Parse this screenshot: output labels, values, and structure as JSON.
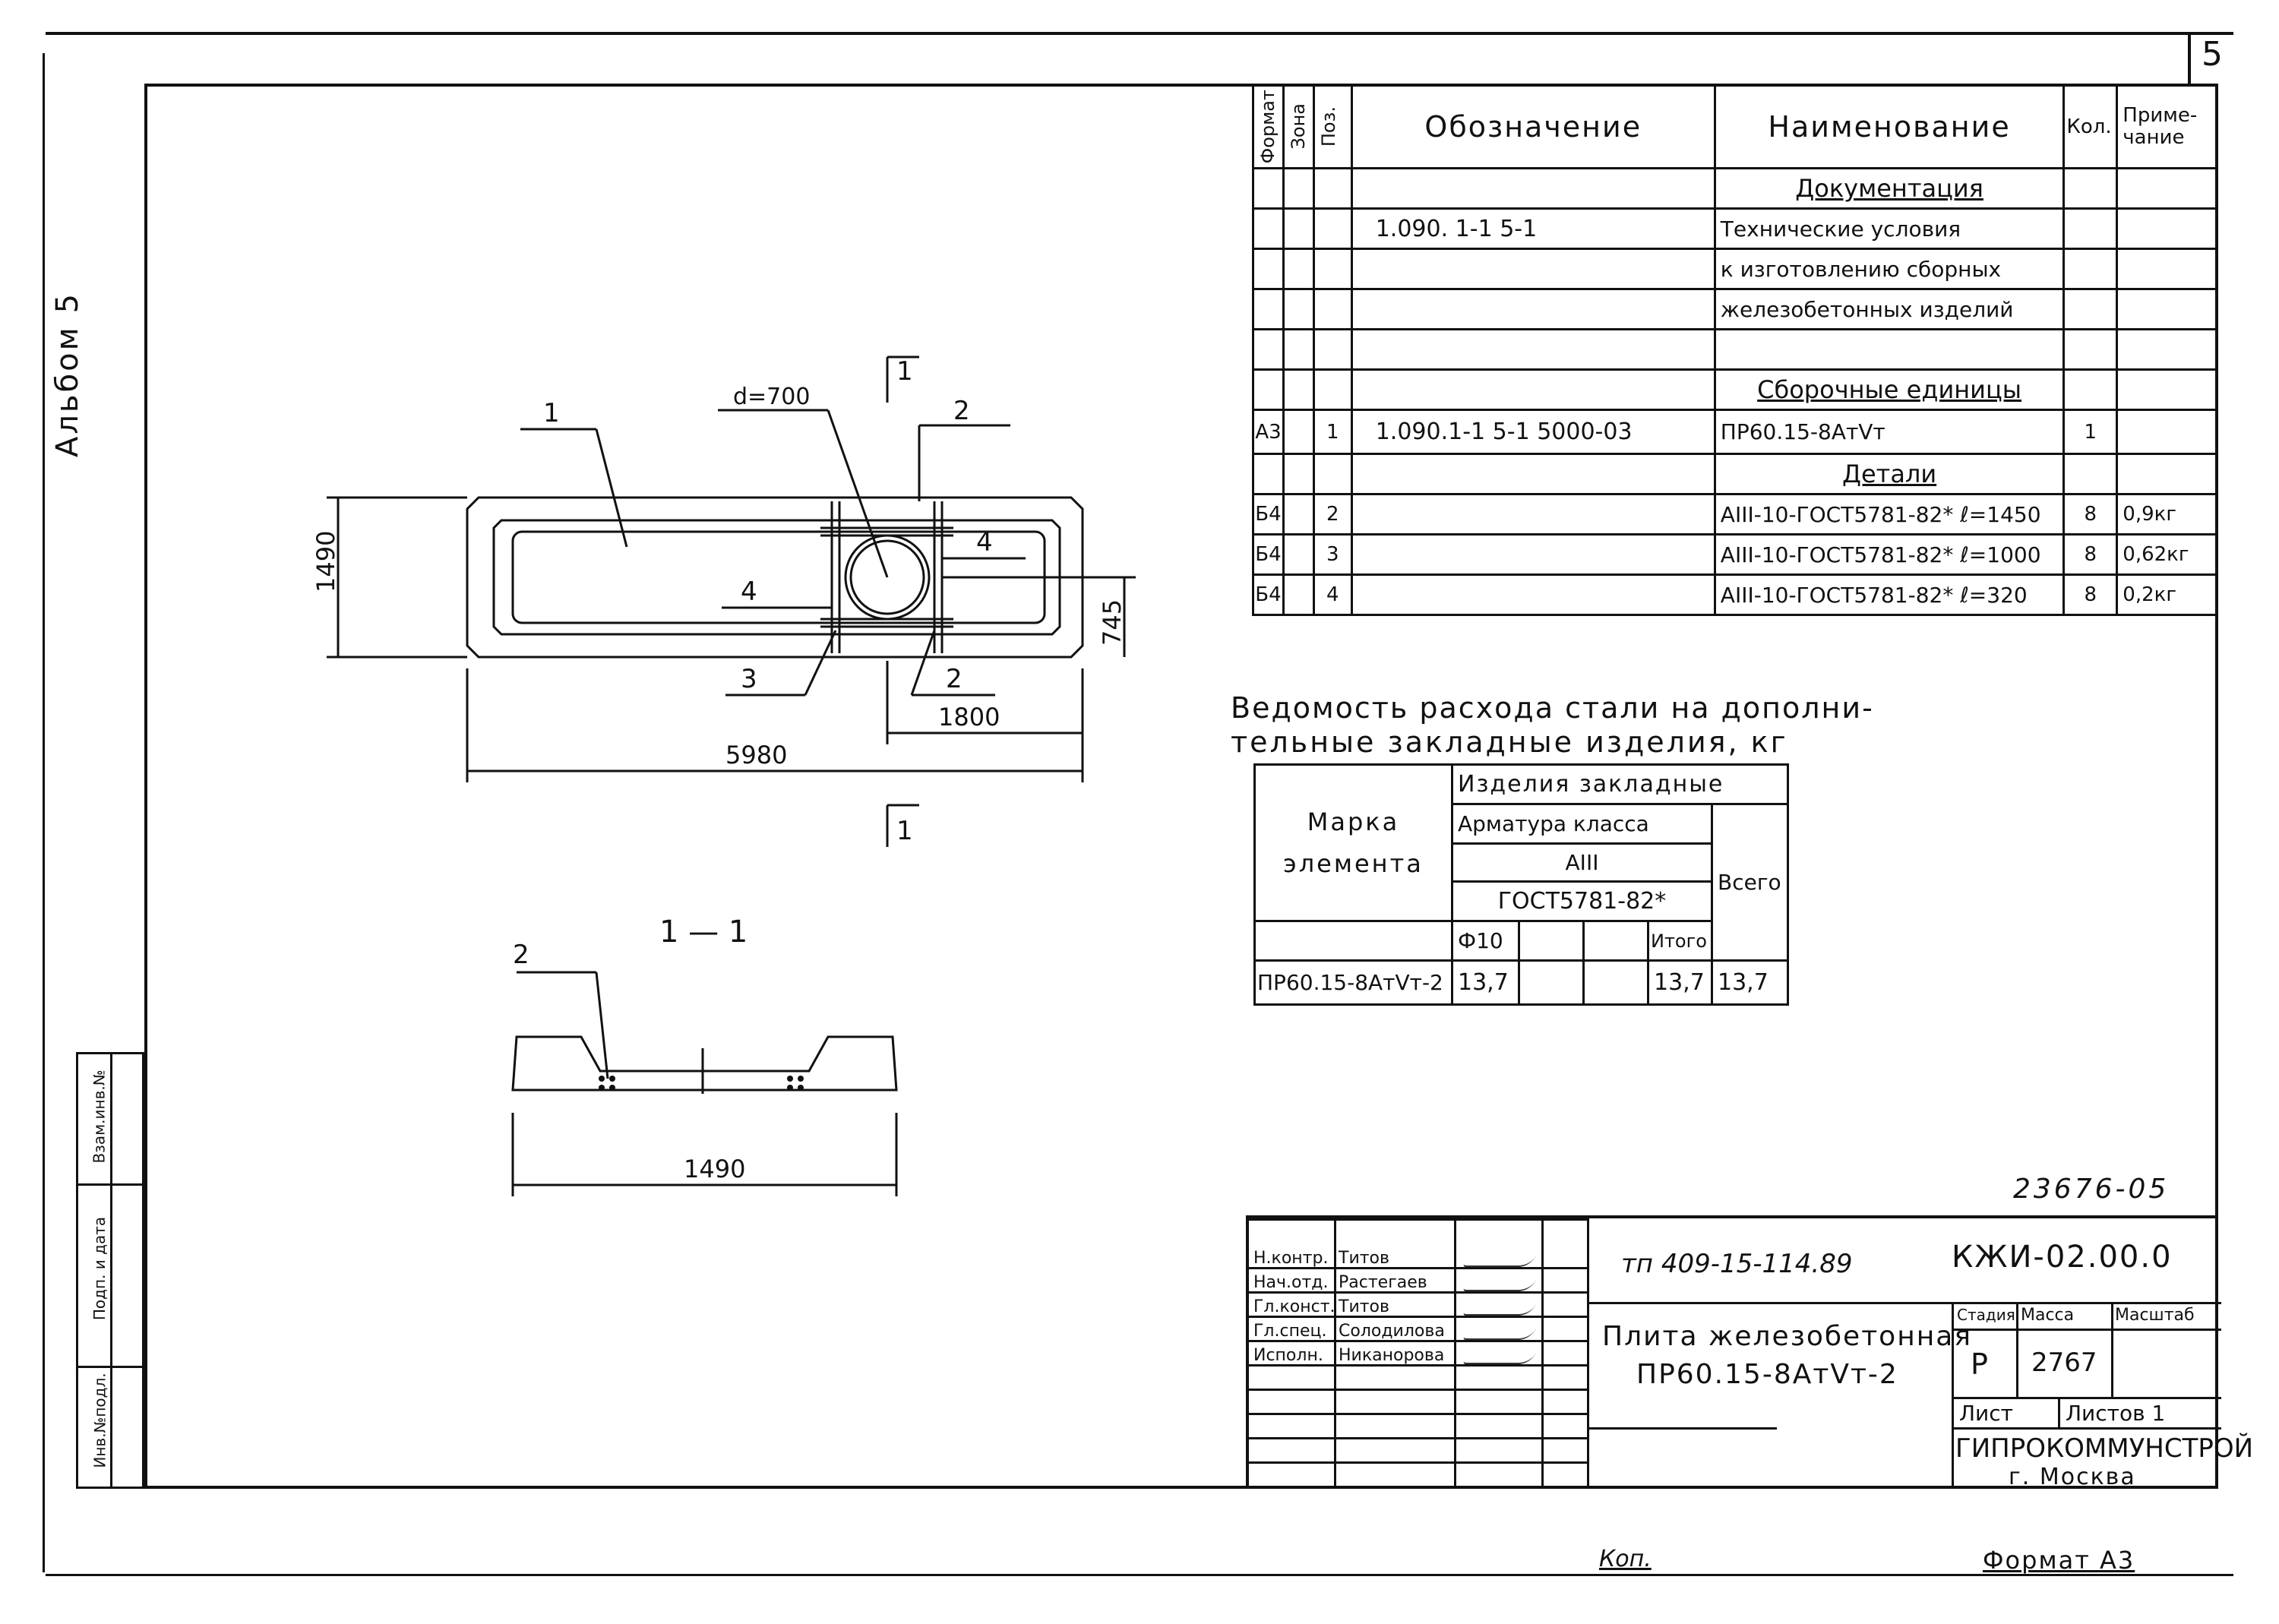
{
  "page_number": "5",
  "album": "Альбом 5",
  "spec": {
    "headers": {
      "format": "Формат",
      "zone": "Зона",
      "pos": "Поз.",
      "designation": "Обозначение",
      "name": "Наименование",
      "qty": "Кол.",
      "note": "Приме-чание"
    },
    "rows": [
      {
        "format": "",
        "pos": "",
        "designation": "",
        "name": "Документация",
        "qty": "",
        "note": "",
        "heading": true
      },
      {
        "format": "",
        "pos": "",
        "designation": "1.090. 1-1 5-1",
        "name": "Технические условия",
        "qty": "",
        "note": ""
      },
      {
        "format": "",
        "pos": "",
        "designation": "",
        "name": "к изготовлению сборных",
        "qty": "",
        "note": ""
      },
      {
        "format": "",
        "pos": "",
        "designation": "",
        "name": "железобетонных изделий",
        "qty": "",
        "note": ""
      },
      {
        "format": "",
        "pos": "",
        "designation": "",
        "name": "",
        "qty": "",
        "note": ""
      },
      {
        "format": "",
        "pos": "",
        "designation": "",
        "name": "Сборочные единицы",
        "qty": "",
        "note": "",
        "heading": true
      },
      {
        "format": "А3",
        "pos": "1",
        "designation": "1.090.1-1 5-1 5000-03",
        "name": "ПР60.15-8АтVт",
        "qty": "1",
        "note": ""
      },
      {
        "format": "",
        "pos": "",
        "designation": "",
        "name": "Детали",
        "qty": "",
        "note": "",
        "heading": true
      },
      {
        "format": "Б4",
        "pos": "2",
        "designation": "",
        "name": "АIII-10-ГОСТ5781-82* ℓ=1450",
        "qty": "8",
        "note": "0,9кг"
      },
      {
        "format": "Б4",
        "pos": "3",
        "designation": "",
        "name": "АIII-10-ГОСТ5781-82* ℓ=1000",
        "qty": "8",
        "note": "0,62кг"
      },
      {
        "format": "Б4",
        "pos": "4",
        "designation": "",
        "name": "АIII-10-ГОСТ5781-82* ℓ=320",
        "qty": "8",
        "note": "0,2кг"
      }
    ]
  },
  "steel": {
    "title_line1": "Ведомость расхода стали на дополни-",
    "title_line2": "тельные закладные изделия, кг",
    "mark_header_1": "Марка",
    "mark_header_2": "элемента",
    "group": "Изделия закладные",
    "arm_class": "Арматура класса",
    "arm_grade": "АIII",
    "gost": "ГОСТ5781-82*",
    "total": "Всего",
    "d10": "Ф10",
    "subtotal": "Итого",
    "row": {
      "mark": "ПР60.15-8АтVт-2",
      "d10": "13,7",
      "subtotal": "13,7",
      "total": "13,7"
    }
  },
  "drawing": {
    "dim_length": "5980",
    "dim_width": "1490",
    "dim_1800": "1800",
    "dim_745": "745",
    "hole": "d=700",
    "section_mark": "1",
    "callouts": [
      "1",
      "2",
      "3",
      "4"
    ],
    "section_title": "1 — 1",
    "section_width": "1490"
  },
  "left_stamp": [
    "Инв.№подл.",
    "Подп. и дата",
    "Взам.инв.№"
  ],
  "doc_code_handwritten": "23676-05",
  "title_block": {
    "rows": [
      {
        "role": "Н.контр.",
        "name": "Титов"
      },
      {
        "role": "Нач.отд.",
        "name": "Растегаев"
      },
      {
        "role": "Гл.конст.",
        "name": "Титов"
      },
      {
        "role": "Гл.спец.",
        "name": "Солодилова"
      },
      {
        "role": "Исполн.",
        "name": "Никанорова"
      }
    ],
    "project": "тп 409-15-114.89",
    "code": "КЖИ-02.00.0",
    "title_line1": "Плита железобетонная",
    "title_line2": "ПР60.15-8АтVт-2",
    "stage_label": "Стадия",
    "mass_label": "Масса",
    "scale_label": "Масштаб",
    "stage": "Р",
    "mass": "2767",
    "sheet_label": "Лист",
    "sheets_label": "Листов 1",
    "org": "ГИПРОКОММУНСТРОЙ",
    "city": "г. Москва"
  },
  "footer": {
    "copied": "Коп.",
    "format": "Формат А3"
  }
}
